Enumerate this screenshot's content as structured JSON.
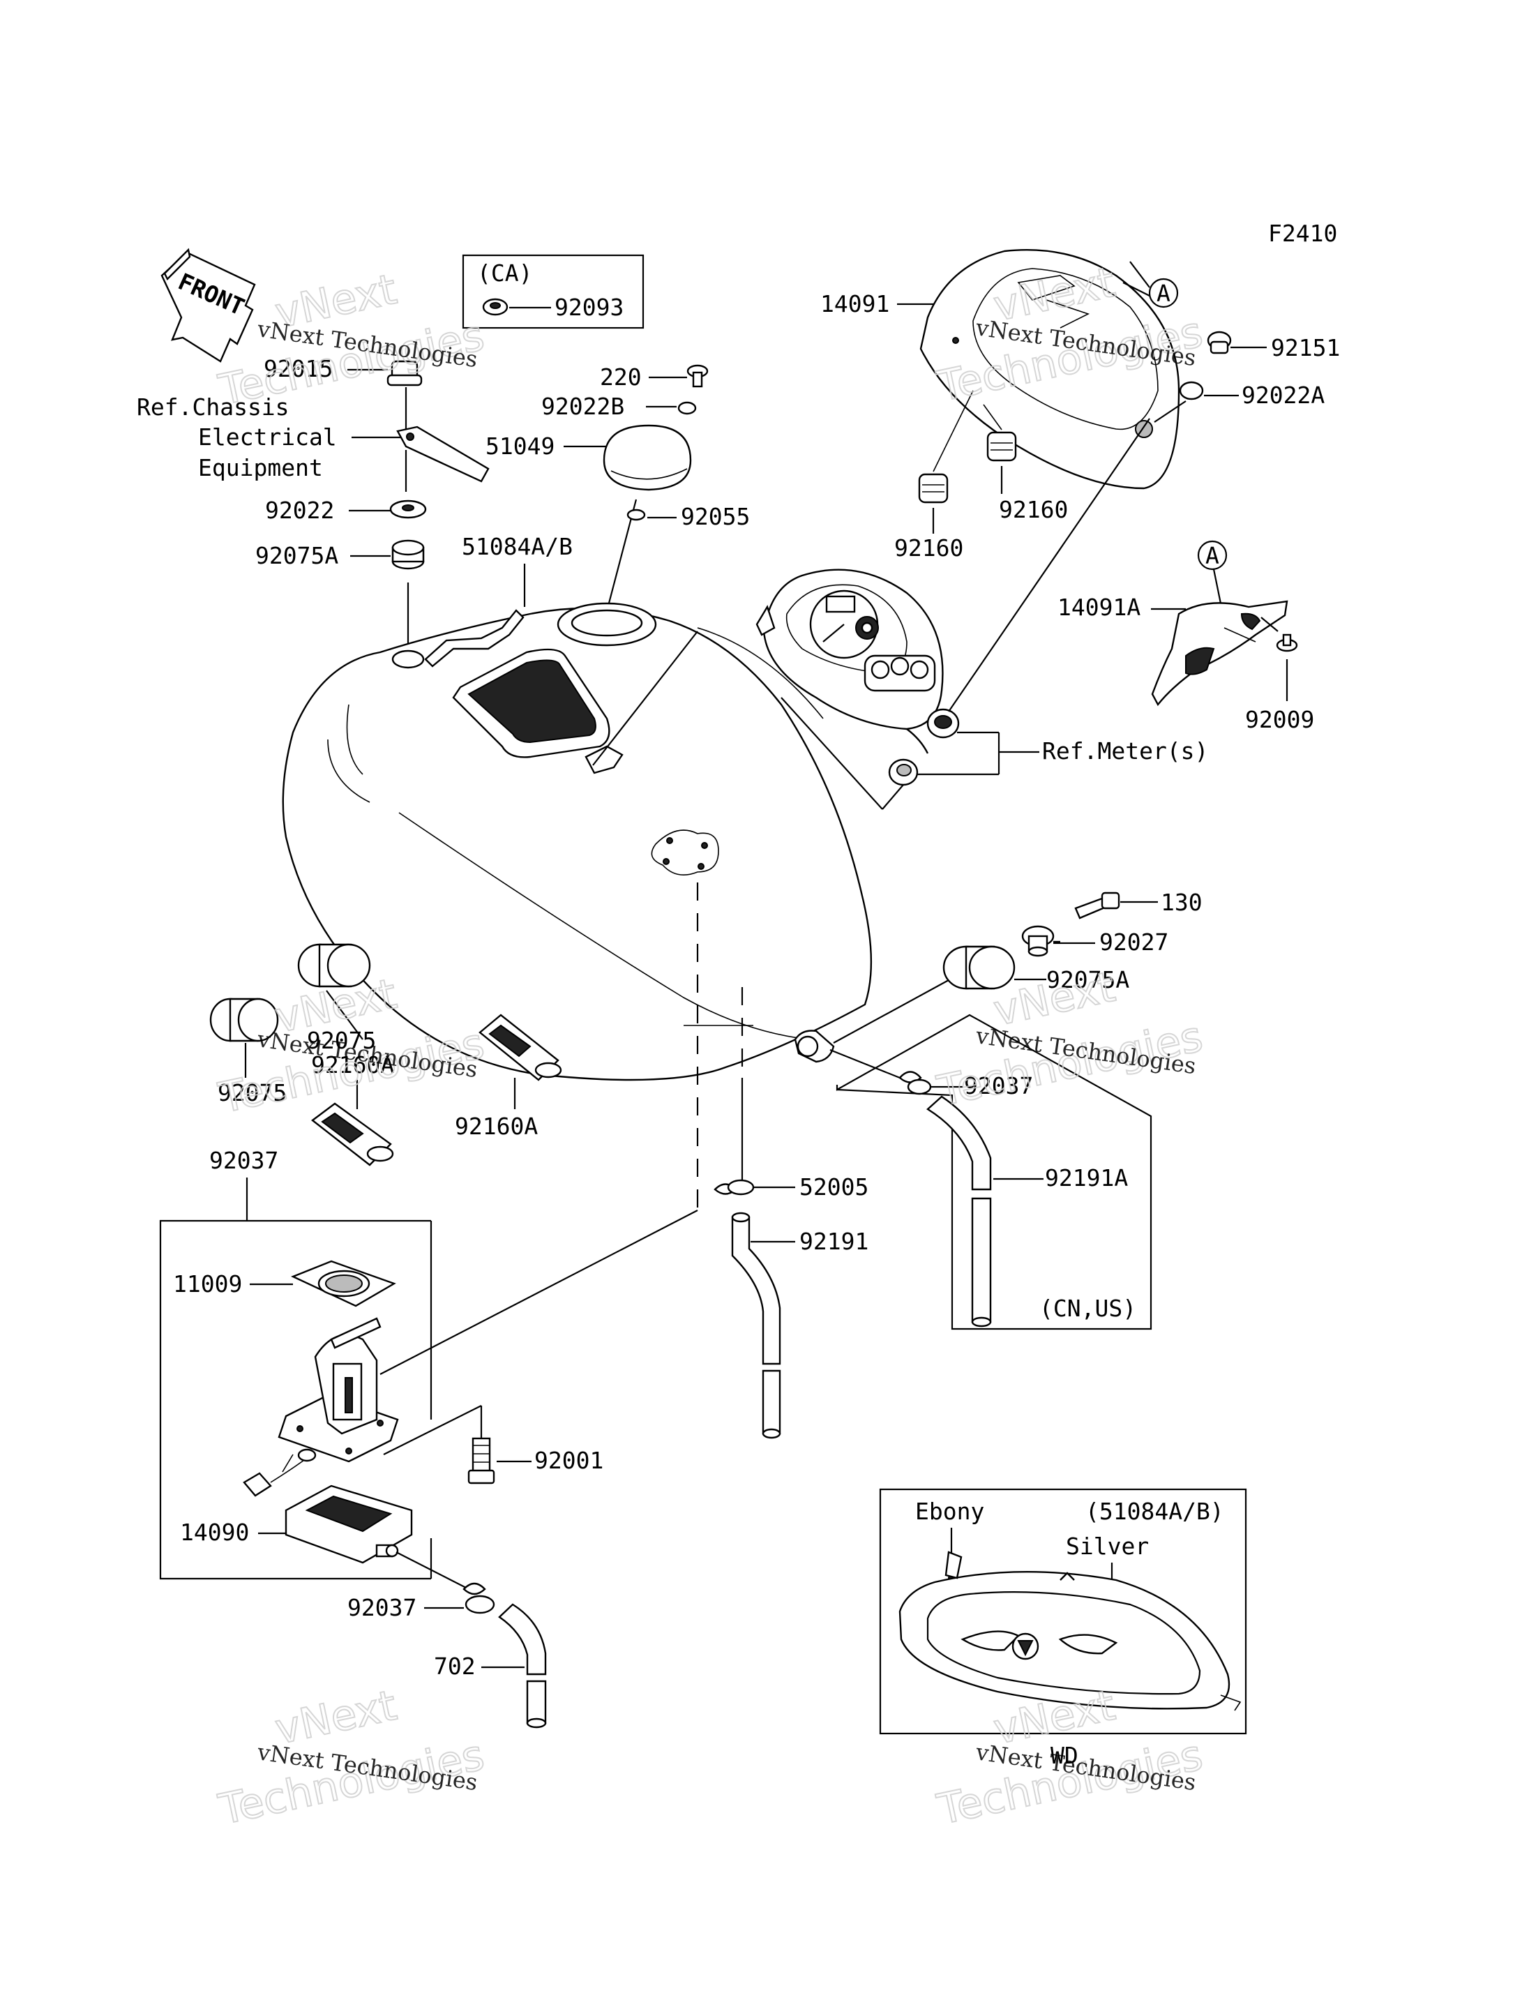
{
  "diagram": {
    "code": "F2410",
    "front_label": "FRONT",
    "callout_a": "A",
    "watermark_text": "vNext Technologies",
    "watermark_big_1": "vNext",
    "watermark_big_2": "Technologies",
    "boxes": {
      "ca": "(CA)",
      "cn_us": "(CN,US)",
      "color_variant": "(51084A/B)",
      "wd": "WD"
    },
    "references": {
      "chassis_1": "Ref.Chassis",
      "chassis_2": "Electrical",
      "chassis_3": "Equipment",
      "meters": "Ref.Meter(s)"
    },
    "colors": {
      "ebony": "Ebony",
      "silver": "Silver"
    },
    "parts": [
      "92093",
      "92015",
      "220",
      "92022B",
      "51049",
      "92022",
      "92055",
      "92075A",
      "51084A/B",
      "14091",
      "92151",
      "92022A",
      "92160",
      "92160",
      "14091A",
      "92009",
      "130",
      "92027",
      "92075A",
      "92075",
      "92160A",
      "92075",
      "92160A",
      "92037",
      "92191A",
      "52005",
      "92037",
      "92191",
      "11009",
      "92001",
      "14090",
      "92037",
      "702"
    ]
  }
}
